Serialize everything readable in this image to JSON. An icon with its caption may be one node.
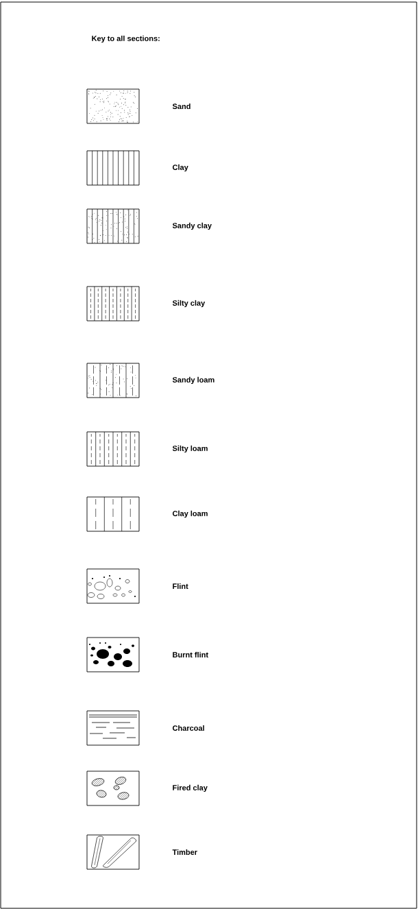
{
  "diagram": {
    "title": "Key to all sections:",
    "legend": [
      {
        "text": "Sand"
      },
      {
        "text": "Clay"
      },
      {
        "text": "Sandy clay"
      },
      {
        "text": "Silty clay"
      },
      {
        "text": "Sandy loam"
      },
      {
        "text": "Silty loam"
      },
      {
        "text": "Clay loam"
      },
      {
        "text": "Flint"
      },
      {
        "text": "Burnt flint"
      },
      {
        "text": "Charcoal"
      },
      {
        "text": "Fired clay"
      },
      {
        "text": "Timber"
      }
    ]
  }
}
